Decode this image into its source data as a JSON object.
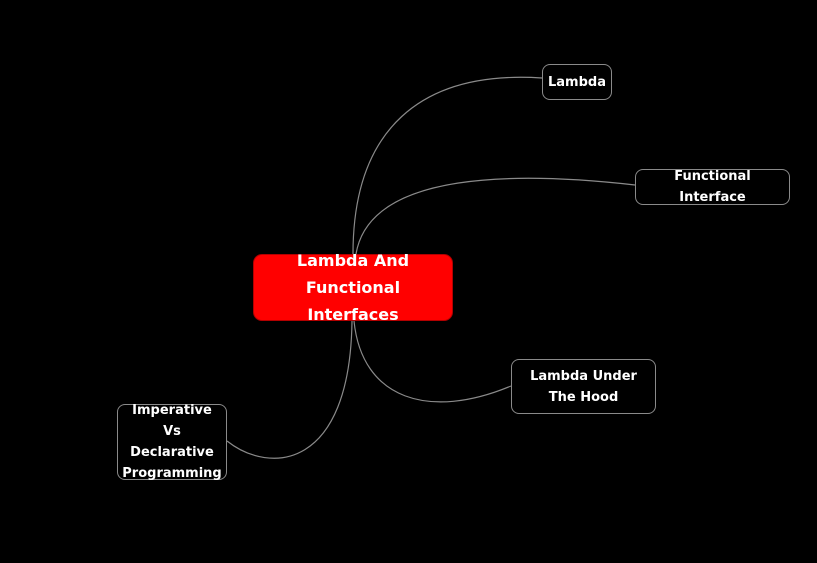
{
  "mindmap": {
    "central": {
      "label": "Lambda And Functional Interfaces",
      "fill": "#ff0000"
    },
    "branches": [
      {
        "id": "lambda",
        "label": "Lambda"
      },
      {
        "id": "functional-interface",
        "label": "Functional Interface"
      },
      {
        "id": "lambda-under-the-hood",
        "label": "Lambda Under The Hood"
      },
      {
        "id": "imperative-vs-declarative",
        "label": "Imperative Vs Declarative Programming"
      }
    ],
    "colors": {
      "background": "#000000",
      "connector": "#8a8a8a",
      "text": "#ffffff"
    }
  }
}
